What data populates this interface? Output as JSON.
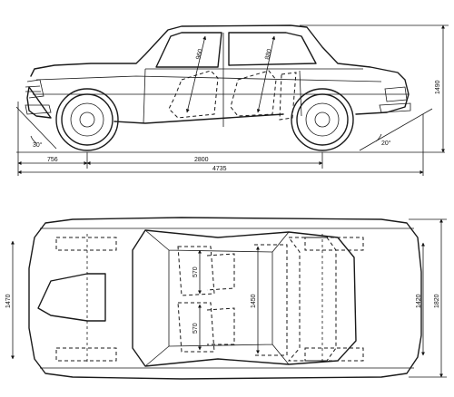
{
  "side_view": {
    "angle_front": "30°",
    "angle_rear": "20°",
    "dim_front_overhang": "756",
    "dim_wheelbase": "2800",
    "dim_total_length": "4735",
    "dim_height": "1490",
    "dim_front_seat": "960",
    "dim_rear_seat": "880"
  },
  "top_view": {
    "dim_front_track": "1470",
    "dim_front_seat_width": "570",
    "dim_rear_seat_width": "570",
    "dim_interior_width": "1450",
    "dim_rear_track": "1420",
    "dim_total_width": "1820"
  }
}
